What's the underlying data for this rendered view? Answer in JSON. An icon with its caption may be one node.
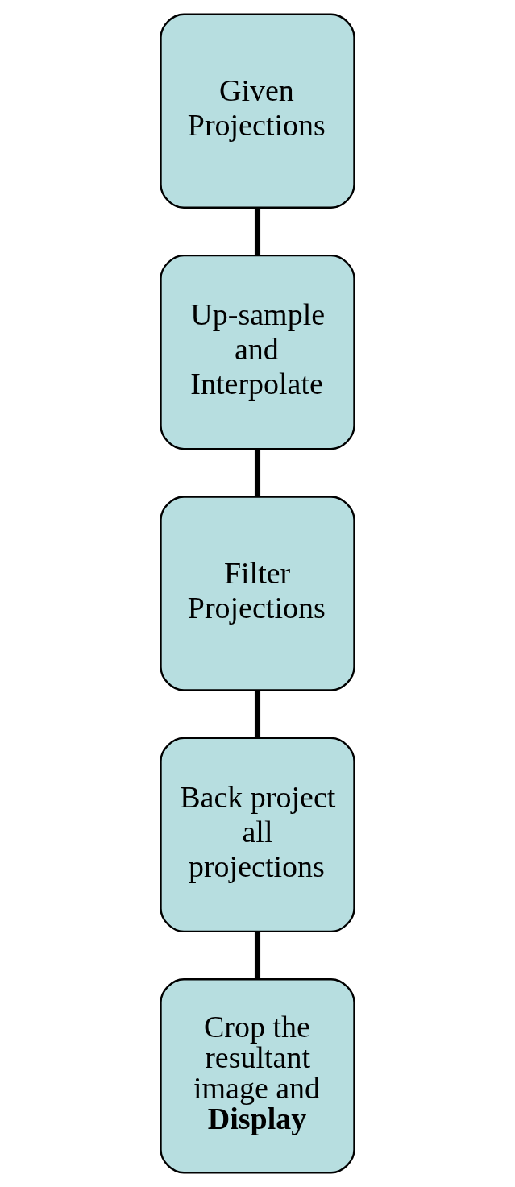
{
  "diagram": {
    "nodes": [
      {
        "text": [
          "Given Projections"
        ]
      },
      {
        "text": [
          "Up-sample and Interpolate"
        ]
      },
      {
        "text": [
          "Filter Projections"
        ]
      },
      {
        "text": [
          "Back project all projections"
        ]
      },
      {
        "text": [
          "Crop the resultant image and **Display**"
        ]
      }
    ],
    "edges": [
      {
        "from": 0,
        "to": 1,
        "arrow": "none"
      },
      {
        "from": 1,
        "to": 2,
        "arrow": "none"
      },
      {
        "from": 2,
        "to": 3,
        "arrow": "none"
      },
      {
        "from": 3,
        "to": 4,
        "arrow": "none"
      }
    ]
  }
}
